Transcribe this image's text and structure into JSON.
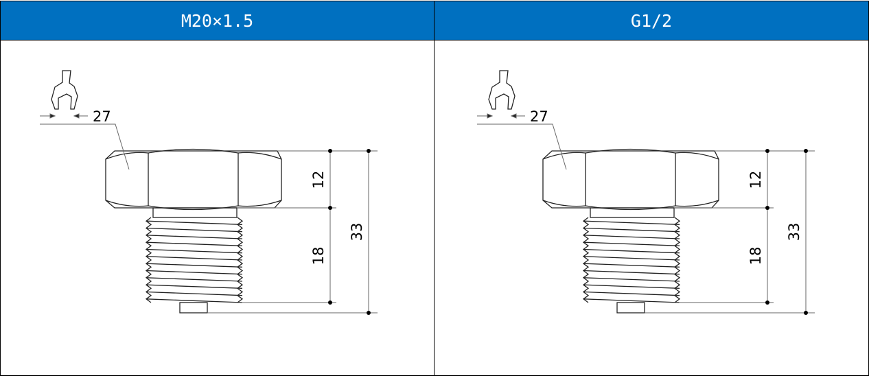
{
  "table": {
    "columns": [
      {
        "title": "M20×1.5",
        "wrench_size": "27",
        "hex_height": "12",
        "thread_length": "18",
        "total_height": "33"
      },
      {
        "title": "G1/2",
        "wrench_size": "27",
        "hex_height": "12",
        "thread_length": "18",
        "total_height": "33"
      }
    ],
    "header_color": "#0070c0"
  }
}
